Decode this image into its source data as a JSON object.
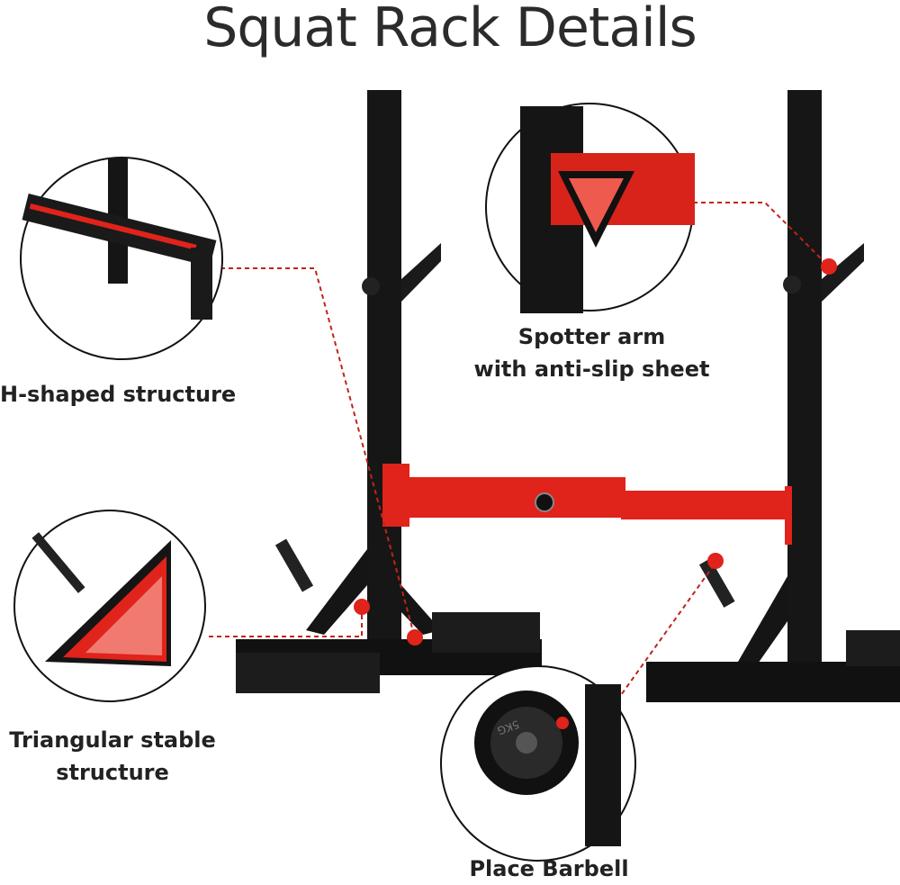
{
  "title": "Squat Rack Details",
  "callouts": [
    {
      "line1": "H-shaped structure",
      "line2": ""
    },
    {
      "line1": "Spotter arm",
      "line2": "with anti-slip sheet"
    },
    {
      "line1": "Triangular stable",
      "line2": "structure"
    },
    {
      "line1": "Place Barbell",
      "line2": ""
    }
  ],
  "plate_text": "5KG",
  "colors": {
    "accent": "#e0231b",
    "frame": "#141414",
    "text": "#222222"
  }
}
